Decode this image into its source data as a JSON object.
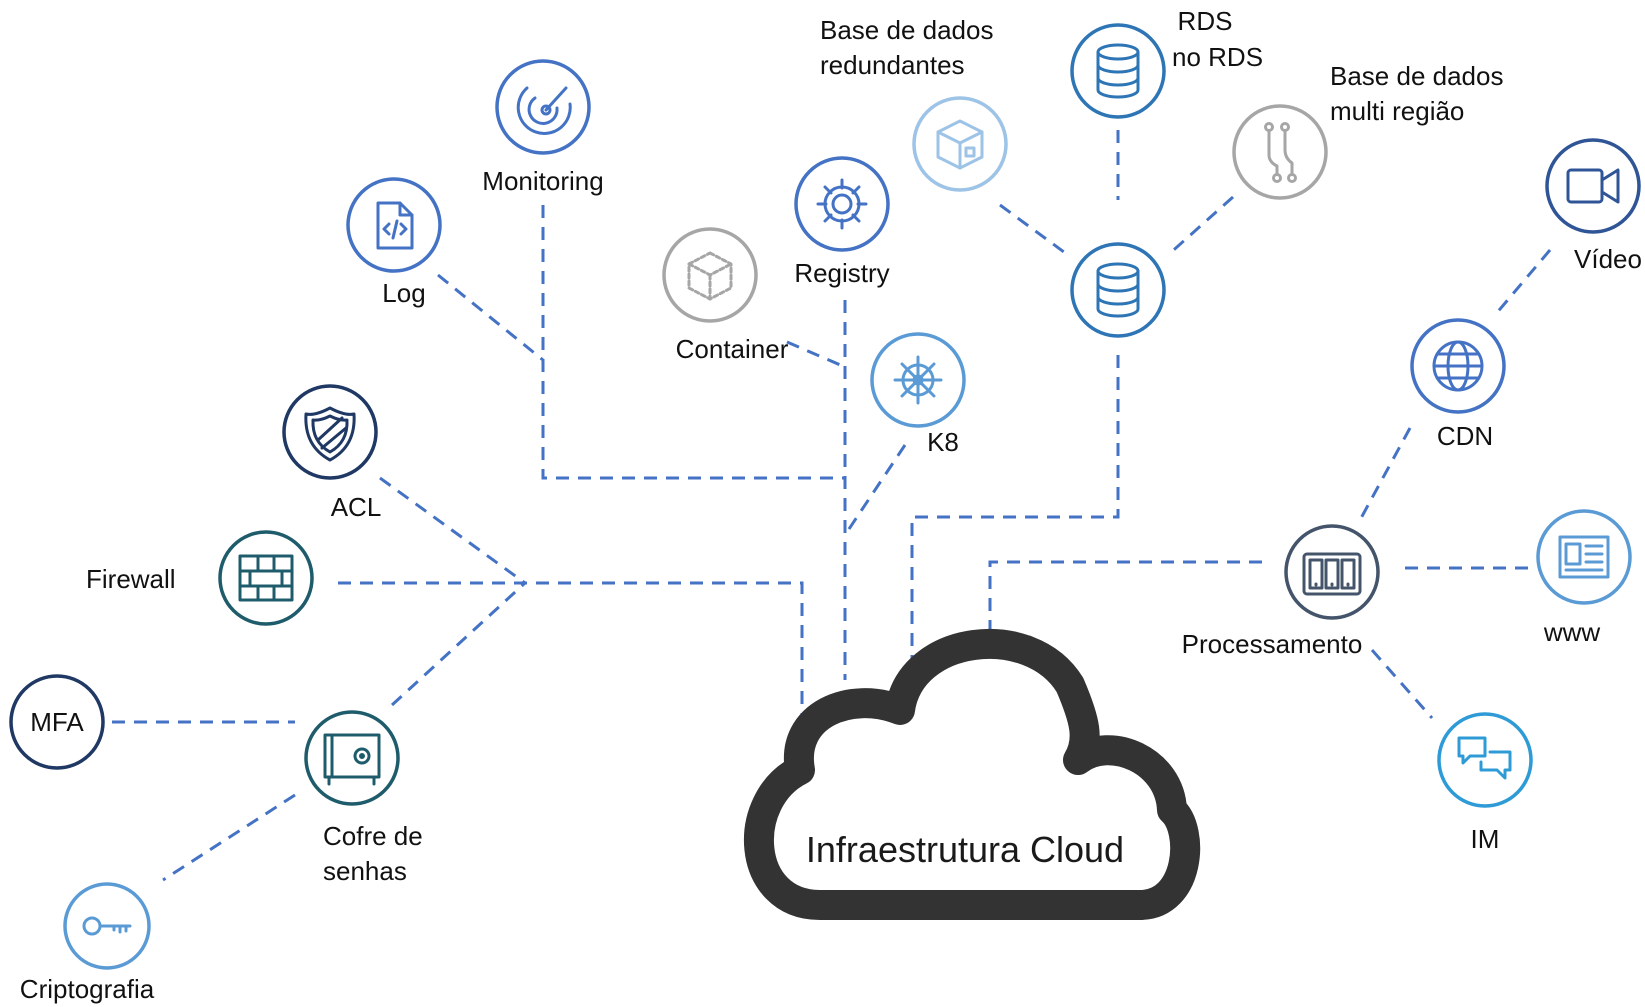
{
  "cloud": {
    "label": "Infraestrutura Cloud"
  },
  "nodes": {
    "monitoring": {
      "label": "Monitoring",
      "icon": "radar-icon",
      "color": "#4472C4"
    },
    "log": {
      "label": "Log",
      "icon": "code-file-icon",
      "color": "#4472C4"
    },
    "registry": {
      "label": "Registry",
      "icon": "gear-icon",
      "color": "#4472C4"
    },
    "container": {
      "label": "Container",
      "icon": "cube-outline-icon",
      "color": "#A6A6A6"
    },
    "k8": {
      "label": "K8",
      "icon": "helm-wheel-icon",
      "color": "#5B9BD5"
    },
    "redundant_db": {
      "label_line1": "Base de dados",
      "label_line2": "redundantes",
      "icon": "box-icon",
      "color": "#9DC3E6"
    },
    "rds": {
      "label_line1": "RDS",
      "label_line2": "no RDS",
      "icon": "database-icon",
      "color": "#2E75B6"
    },
    "multi_region": {
      "label_line1": "Base de dados",
      "label_line2": "multi região",
      "icon": "branch-icon",
      "color": "#A6A6A6"
    },
    "db_main": {
      "icon": "database-icon",
      "color": "#2E75B6"
    },
    "acl": {
      "label": "ACL",
      "icon": "shield-icon",
      "color": "#1F3864"
    },
    "firewall": {
      "label": "Firewall",
      "icon": "brick-wall-icon",
      "color": "#1F5C6B"
    },
    "mfa": {
      "label": "MFA",
      "color": "#1F3864"
    },
    "vault": {
      "label_line1": "Cofre de",
      "label_line2": "senhas",
      "icon": "safe-icon",
      "color": "#1F5C6B"
    },
    "crypto": {
      "label": "Criptografia",
      "icon": "key-icon",
      "color": "#5B9BD5"
    },
    "video": {
      "label": "Vídeo",
      "icon": "video-camera-icon",
      "color": "#2F5597"
    },
    "cdn": {
      "label": "CDN",
      "icon": "globe-icon",
      "color": "#4472C4"
    },
    "processing": {
      "label": "Processamento",
      "icon": "server-rack-icon",
      "color": "#44546A"
    },
    "www": {
      "label": "www",
      "icon": "newspaper-icon",
      "color": "#5B9BD5"
    },
    "im": {
      "label": "IM",
      "icon": "chat-bubbles-icon",
      "color": "#2E9BD6"
    }
  }
}
